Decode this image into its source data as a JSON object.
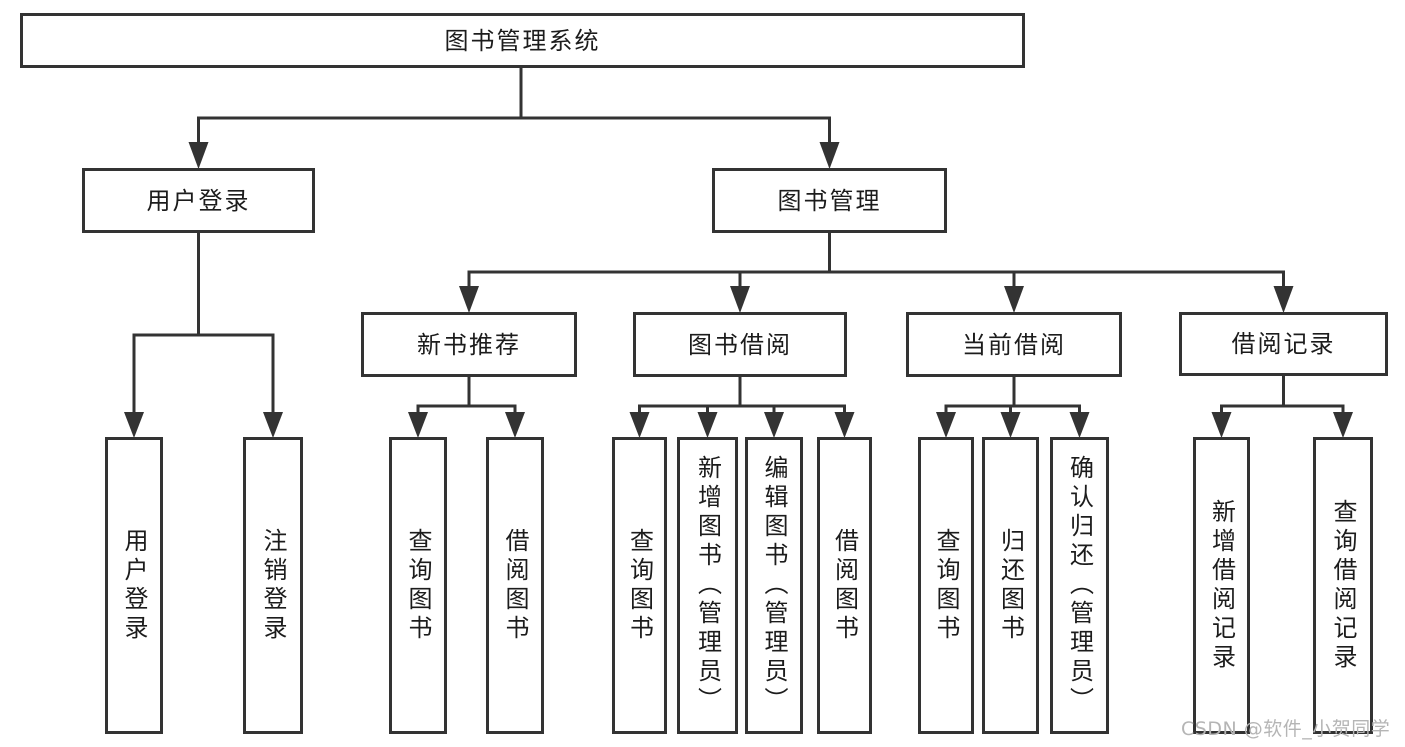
{
  "tree": {
    "root": "图书管理系统",
    "branches": [
      {
        "label": "用户登录",
        "children": [
          "用户登录",
          "注销登录"
        ]
      },
      {
        "label": "图书管理",
        "groups": [
          {
            "label": "新书推荐",
            "children": [
              "查询图书",
              "借阅图书"
            ]
          },
          {
            "label": "图书借阅",
            "children": [
              "查询图书",
              "新增图书（管理员）",
              "编辑图书（管理员）",
              "借阅图书"
            ]
          },
          {
            "label": "当前借阅",
            "children": [
              "查询图书",
              "归还图书",
              "确认归还（管理员）"
            ]
          },
          {
            "label": "借阅记录",
            "children": [
              "新增借阅记录",
              "查询借阅记录"
            ]
          }
        ]
      }
    ]
  },
  "watermark": {
    "text": "CSDN @软件_小贺同学",
    "color": "#b5b5b5"
  },
  "colors": {
    "line": "#333333",
    "text": "#1c1c1c",
    "background": "#ffffff"
  }
}
